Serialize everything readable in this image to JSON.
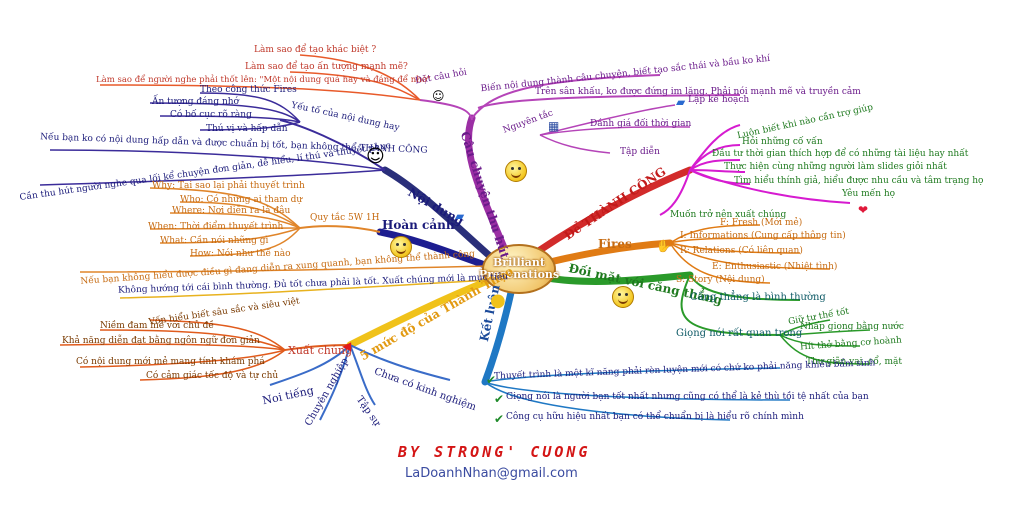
{
  "center": {
    "line1": "Brilliant",
    "line2": "Presenations"
  },
  "branches": {
    "cau_chuyen": {
      "title": "Câu chuyện thu hút",
      "sub1": "Biến nội dung thành câu chuyện, biết tạo sắc thái và bầu ko khí",
      "sub2": "Trên sân khấu, ko được đứng im lặng. Phải nói mạnh mẽ và truyền cảm",
      "nguyen_tac": "Nguyên tắc",
      "nguyen_tac_items": [
        "Lập kế hoạch",
        "Đánh giá đối thời gian",
        "Tập diễn"
      ],
      "dat_cau_hoi": "Đặt câu hỏi",
      "dat_cau_hoi_items": [
        "Làm sao để tạo khác biệt ?",
        "Làm sao để tạo ấn tượng mạnh mẽ?",
        "Làm sao để người nghe phải thốt lên: \"Một nội dung quá hay và đáng để nhớ\""
      ]
    },
    "thanh_cong": {
      "title": "Để THÀNH CÔNG",
      "items": [
        "Luôn biết khi nào cần trợ giúp",
        "Hỏi những cố vấn",
        "Đầu tư thời gian thích hợp để có những tài liệu hay nhất",
        "Thực hiện cùng những người làm slides giỏi nhất",
        "Tìm hiểu thính giả, hiểu được nhu cầu và tâm trạng họ",
        "Yêu mến họ",
        "Muốn trở nên xuất chúng"
      ]
    },
    "noi_dung": {
      "title": "Nội dung",
      "yeu_to": "Yếu tố của nội dung hay",
      "yeu_to_items": [
        "Theo công thức Fires",
        "Ấn tượng đáng nhớ",
        "Có bố cục rõ ràng",
        "Thú vị và hấp dẫn"
      ],
      "note1": "Nếu bạn ko có nội dung hấp dẫn và được chuẩn bị tốt, bạn không thể THÀNH CÔNG",
      "note2": "Cần thu hút người nghe qua lối kể chuyện đơn giản, dễ hiểu, lí thú và thuyết phục"
    },
    "hoan_canh": {
      "title": "Hoàn cảnh",
      "quy_tac": "Quy tắc 5W 1H",
      "quy_tac_items": [
        "Why: Tại sao lại phải thuyết trình",
        "Who: Có những ai tham dự",
        "Where: Nơi diễn ra là đâu",
        "When: Thời điểm thuyết trình",
        "What: Cần nói những gì",
        "How: Nói như thế nào"
      ],
      "note": "Nếu bạn không hiểu được điều gì đang diễn ra xung quanh, bạn không thể thành công"
    },
    "fires": {
      "title": "Fires",
      "items": [
        "F: Fresh (Mới mẻ)",
        "I: Informations (Cung cấp thông tin)",
        "R: Relations (Có liên quan)",
        "E: Enthusiastic (Nhiệt tình)",
        "S: Story (Nội dung)"
      ]
    },
    "cang_thang": {
      "title": "Đối mặt với căng thẳng",
      "items": [
        "Căng thẳng là bình thường",
        "Giọng nói rất quan trọng"
      ],
      "giu_tu_the": "Giữ tư thế tốt",
      "giu_items": [
        "Nhấp giọng bằng nước",
        "Hít thở bằng cơ hoành",
        "Thư giãn vai, cổ, mặt"
      ]
    },
    "ket_luan": {
      "title": "Kết luận",
      "items": [
        "Thuyết trình là một kĩ năng phải rèn luyện mới có chứ ko phải năng khiếu bẩm sinh",
        "Giọng nói là người bạn tốt nhất nhưng cũng có thể là kẻ thù tồi tệ nhất của bạn",
        "Công cụ hữu hiệu nhất bạn có thể chuẩn bị là hiểu rõ chính mình"
      ]
    },
    "muc_do": {
      "title": "5 mức độ của Thành Thạo",
      "intro": "Không hướng tới cái bình thường. Đủ tốt chưa phải là tốt. Xuất chúng mới là mục tiêu",
      "xuat_chung": "Xuất chúng",
      "xuat_chung_items": [
        "Vốn hiểu biết sâu sắc và siêu việt",
        "Niềm đam mê với chủ đề",
        "Khả năng diễn đạt bằng ngôn ngữ đơn giản",
        "Có nội dung mới mẻ mang tính khám phá",
        "Có cảm giác tốc độ và tự chủ"
      ],
      "levels": [
        "Noi tiếng",
        "Chuyên nghiệp",
        "Tập sự",
        "Chưa có kinh nghiệm"
      ]
    }
  },
  "footer": {
    "author": "BY STRONG' CUONG",
    "email": "LaDoanhNhan@gmail.com"
  }
}
